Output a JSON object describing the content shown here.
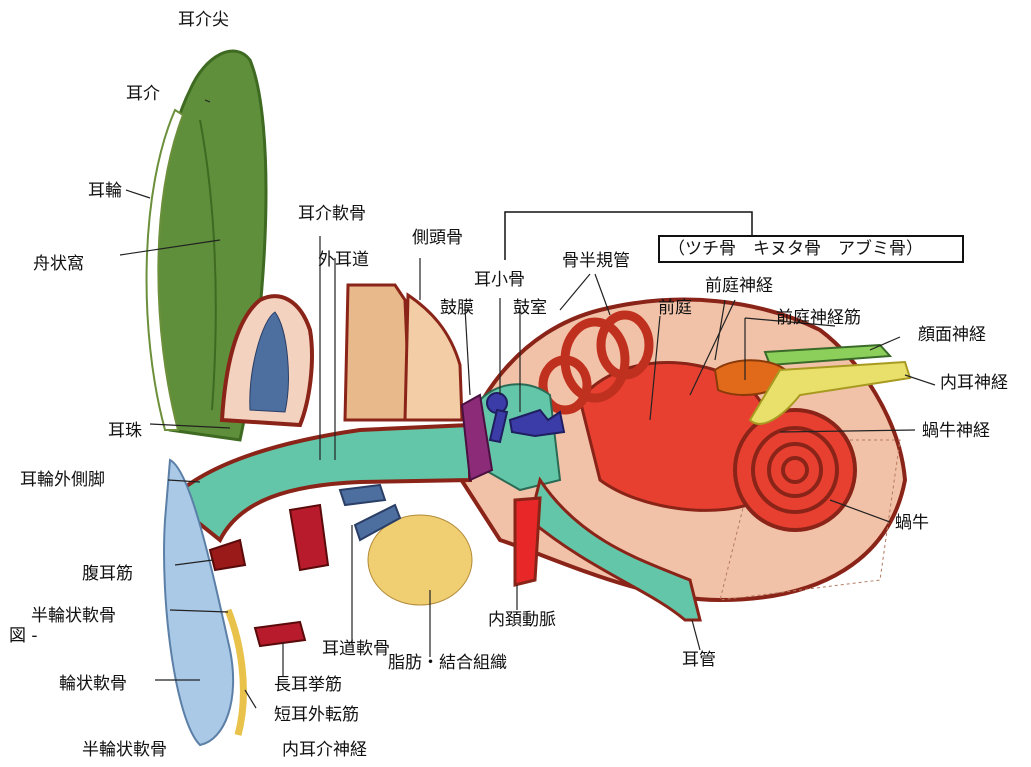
{
  "labels": {
    "ear_tip": "耳介尖",
    "auricle": "耳介",
    "helix": "耳輪",
    "scaphoid_fossa": "舟状窩",
    "auricular_cartilage": "耳介軟骨",
    "external_canal": "外耳道",
    "temporal_bone": "側頭骨",
    "ossicles": "耳小骨",
    "semicircular_canals": "骨半規管",
    "ossicle_names": "（ツチ骨　キヌタ骨　アブミ骨）",
    "tympanic_membrane": "鼓膜",
    "tympanic_cavity": "鼓室",
    "vestibule": "前庭",
    "vestibular_nerve": "前庭神経",
    "vestibular_nerve_muscle": "前庭神経筋",
    "facial_nerve": "顔面神経",
    "inner_ear_nerve": "内耳神経",
    "cochlear_nerve": "蝸牛神経",
    "cochlea": "蝸牛",
    "tragus": "耳珠",
    "helix_lateral_crus": "耳輪外側脚",
    "ventral_auricular_muscle": "腹耳筋",
    "semiannular_cartilage_1": "半輪状軟骨",
    "figure_marker": "図 -",
    "annular_cartilage": "輪状軟骨",
    "semiannular_cartilage_2": "半輪状軟骨",
    "canal_cartilage": "耳道軟骨",
    "fat_connective": "脂肪・結合組織",
    "internal_carotid": "内頚動脈",
    "eustachian_tube": "耳管",
    "long_levator": "長耳挙筋",
    "short_abductor": "短耳外転筋",
    "inner_auricular_nerve": "内耳介神経"
  },
  "colors": {
    "pinna_green": "#5f8f3a",
    "canal_teal": "#64c6a8",
    "cartilage_blue": "#a9c9e6",
    "bone_tan": "#e8b98a",
    "tissue_red": "#e84030",
    "outline_brown": "#8a2418",
    "fat_yellow": "#f0cf72",
    "nerve_yellow": "#e8e06a",
    "nerve_green": "#8ccf5a",
    "ossicle_blue": "#3c3ca8",
    "membrane_purple": "#8c2c78"
  }
}
